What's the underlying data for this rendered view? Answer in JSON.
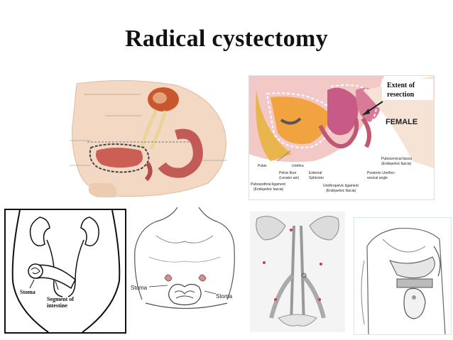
{
  "slide": {
    "title": "Radical cystectomy"
  },
  "panel_female": {
    "extent_label": "Extent of resection",
    "extent_line1": "Extent of",
    "extent_line2": "resection",
    "female_label": "FEMALE",
    "labels": {
      "pubis": "Pubis",
      "urethra": "Urethra",
      "pelvic_floor_1": "Pelvic floor",
      "pelvic_floor_2": "(Levator ani)",
      "external_1": "External",
      "external_2": "Sphincter",
      "pubourethral_1": "Pubourethral ligament",
      "pubourethral_2": "(Endopelvic fascia)",
      "urethropelvic_1": "Urethropelvic ligament",
      "urethropelvic_2": "(Endopelvic fascia)",
      "posterior_1": "Posterior Urethro-",
      "posterior_2": "vesical angle",
      "pubocervical_1": "Pubocervical fascia",
      "pubocervical_2": "(Endopelvic fascia)"
    }
  },
  "panel_stoma_diagram": {
    "stoma_label": "Stoma",
    "segment_line1": "Segment of",
    "segment_line2": "intestine"
  },
  "panel_torso": {
    "stoma_left": "Stoma",
    "stoma_right": "Stoma"
  }
}
